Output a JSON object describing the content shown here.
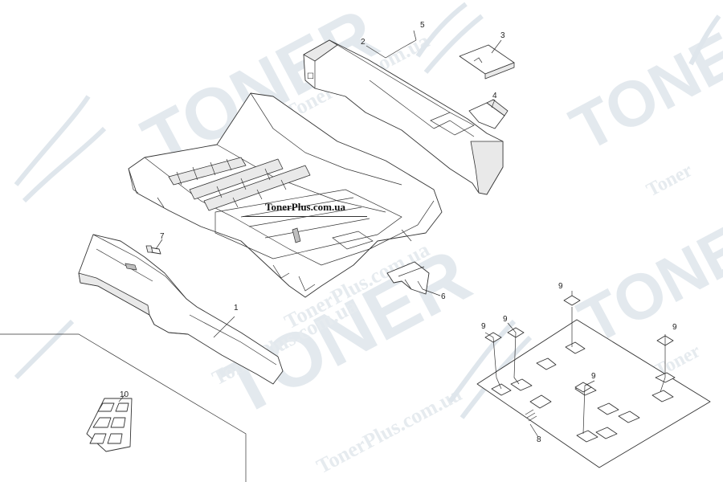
{
  "watermark": {
    "brand": "TONER",
    "site": "TonerPlus.com.ua",
    "site_short": "Toner"
  },
  "label": "TonerPlus.com.ua",
  "callouts": {
    "c1": "1",
    "c2": "2",
    "c3": "3",
    "c4": "4",
    "c5": "5",
    "c6": "6",
    "c7": "7",
    "c8": "8",
    "c9": "9",
    "c10": "10"
  },
  "colors": {
    "watermark": "#e3e9ee",
    "line": "#333333",
    "background": "#ffffff"
  }
}
